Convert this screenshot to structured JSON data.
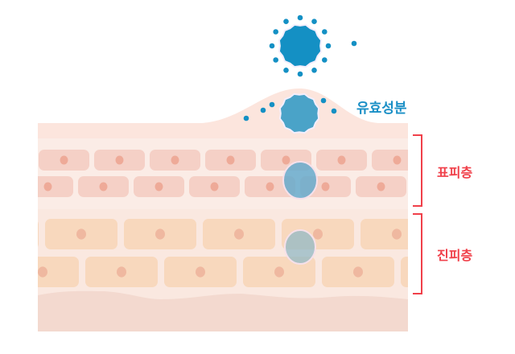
{
  "labels": {
    "active_ingredient": "유효성분",
    "epidermis": "표피층",
    "dermis": "진피층"
  },
  "colors": {
    "ingredient_blue": "#1490c4",
    "label_blue": "#1a8fc6",
    "bracket_red": "#f0404a",
    "epidermis_cell": "#f5d0c6",
    "dermis_cell": "#f8d8bd"
  }
}
